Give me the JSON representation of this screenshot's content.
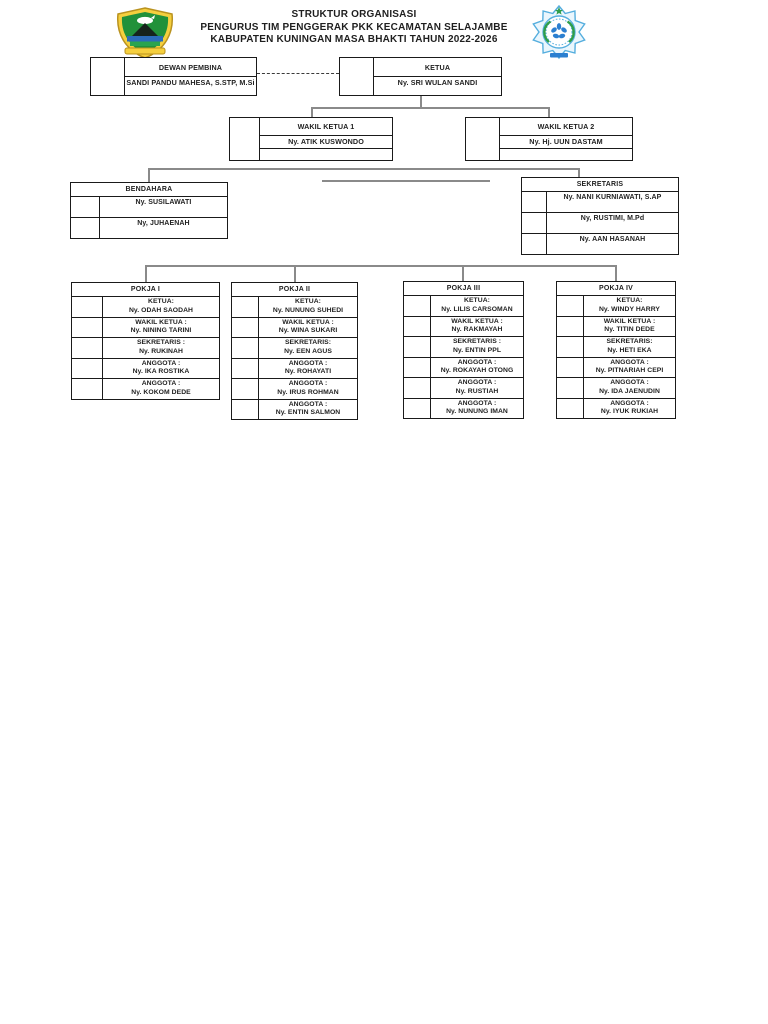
{
  "header": {
    "title_lines": [
      "STRUKTUR ORGANISASI",
      "PENGURUS TIM PENGGERAK PKK KECAMATAN SELAJAMBE",
      "KABUPATEN KUNINGAN MASA BHAKTI TAHUN 2022-2026"
    ],
    "left_logo": "kuningan-regency-crest",
    "right_logo": "pkk-emblem"
  },
  "org": {
    "dewan_pembina": {
      "title": "DEWAN PEMBINA",
      "name": "SANDI PANDU MAHESA, S.STP, M.Si"
    },
    "ketua": {
      "title": "KETUA",
      "name": "Ny. SRI WULAN SANDI"
    },
    "wakil_ketua_1": {
      "title": "WAKIL KETUA 1",
      "name": "Ny. ATIK KUSWONDO"
    },
    "wakil_ketua_2": {
      "title": "WAKIL KETUA 2",
      "name": "Ny. Hj. UUN DASTAM"
    },
    "bendahara": {
      "title": "BENDAHARA",
      "members": [
        "Ny. SUSILAWATI",
        "Ny, JUHAENAH"
      ]
    },
    "sekretaris": {
      "title": "SEKRETARIS",
      "members": [
        "Ny. NANI KURNIAWATI, S.AP",
        "Ny, RUSTIMI, M.Pd",
        "Ny. AAN HASANAH"
      ]
    },
    "pokja": [
      {
        "title": "POKJA I",
        "rows": [
          {
            "role": "KETUA:",
            "name": "Ny. ODAH SAODAH"
          },
          {
            "role": "WAKIL KETUA :",
            "name": "Ny. NINING TARINI"
          },
          {
            "role": "SEKRETARIS :",
            "name": "Ny. RUKINAH"
          },
          {
            "role": "ANGGOTA :",
            "name": "Ny. IKA ROSTIKA"
          },
          {
            "role": "ANGGOTA :",
            "name": "Ny. KOKOM DEDE"
          }
        ]
      },
      {
        "title": "POKJA II",
        "rows": [
          {
            "role": "KETUA:",
            "name": "Ny. NUNUNG SUHEDI"
          },
          {
            "role": "WAKIL KETUA :",
            "name": "Ny. WINA SUKARI"
          },
          {
            "role": "SEKRETARIS:",
            "name": "Ny. EEN AGUS"
          },
          {
            "role": "ANGGOTA :",
            "name": "Ny. ROHAYATI"
          },
          {
            "role": "ANGGOTA :",
            "name": "Ny. IRUS ROHMAN"
          },
          {
            "role": "ANGGOTA :",
            "name": "Ny. ENTIN SALMON"
          }
        ]
      },
      {
        "title": "POKJA III",
        "rows": [
          {
            "role": "KETUA:",
            "name": "Ny. LILIS CARSOMAN"
          },
          {
            "role": "WAKIL KETUA :",
            "name": "Ny. RAKMAYAH"
          },
          {
            "role": "SEKRETARIS :",
            "name": "Ny. ENTIN PPL"
          },
          {
            "role": "ANGGOTA :",
            "name": "Ny. ROKAYAH OTONG"
          },
          {
            "role": "ANGGOTA :",
            "name": "Ny. RUSTIAH"
          },
          {
            "role": "ANGGOTA :",
            "name": "Ny. NUNUNG IMAN"
          }
        ]
      },
      {
        "title": "POKJA IV",
        "rows": [
          {
            "role": "KETUA:",
            "name": "Ny. WINDY HARRY"
          },
          {
            "role": "WAKIL KETUA :",
            "name": "Ny. TITIN DEDE"
          },
          {
            "role": "SEKRETARIS:",
            "name": "Ny. HETI EKA"
          },
          {
            "role": "ANGGOTA :",
            "name": "Ny. PITNARIAH CEPI"
          },
          {
            "role": "ANGGOTA :",
            "name": "Ny. IDA JAENUDIN"
          },
          {
            "role": "ANGGOTA :",
            "name": "Ny. IYUK RUKIAH"
          }
        ]
      }
    ]
  },
  "colors": {
    "box_border": "#1a1a1a",
    "connector_line": "#8a8a8a",
    "text": "#1f1f1f",
    "crest_green": "#21913a",
    "crest_yellow": "#f5cf3e",
    "crest_blue": "#2b6cb8",
    "pkk_blue": "#55aede",
    "pkk_dark_blue": "#2b7fd0",
    "pkk_green": "#2f9e49"
  }
}
